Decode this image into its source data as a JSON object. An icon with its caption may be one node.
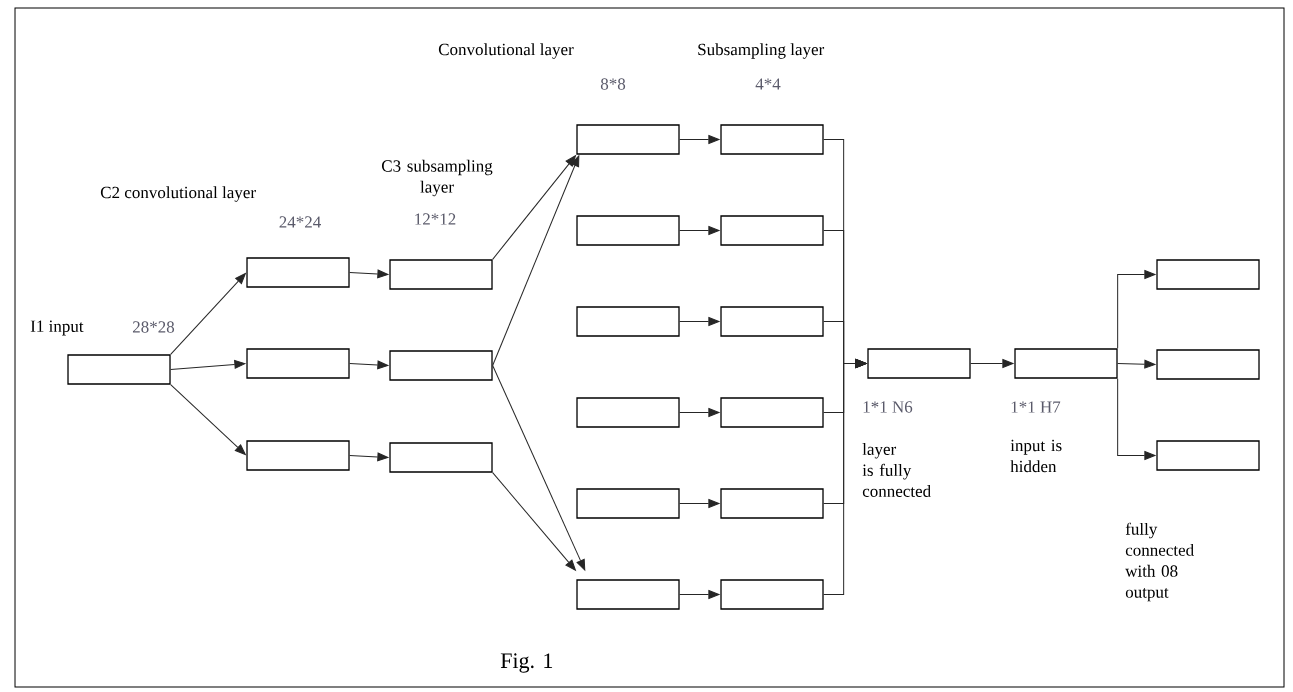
{
  "diagram": {
    "caption": "Fig. 1",
    "nodes": [
      {
        "text": [],
        "shape": "box"
      },
      {
        "text": [],
        "shape": "box"
      },
      {
        "text": [],
        "shape": "box"
      },
      {
        "text": [],
        "shape": "box"
      },
      {
        "text": [],
        "shape": "box"
      },
      {
        "text": [],
        "shape": "box"
      },
      {
        "text": [],
        "shape": "box"
      },
      {
        "text": [],
        "shape": "box"
      },
      {
        "text": [],
        "shape": "box"
      },
      {
        "text": [],
        "shape": "box"
      },
      {
        "text": [],
        "shape": "box"
      },
      {
        "text": [],
        "shape": "box"
      },
      {
        "text": [],
        "shape": "box"
      },
      {
        "text": [],
        "shape": "box"
      },
      {
        "text": [],
        "shape": "box"
      },
      {
        "text": [],
        "shape": "box"
      },
      {
        "text": [],
        "shape": "box"
      },
      {
        "text": [],
        "shape": "box"
      },
      {
        "text": [],
        "shape": "box"
      },
      {
        "text": [],
        "shape": "box"
      },
      {
        "text": [],
        "shape": "box"
      },
      {
        "text": [],
        "shape": "box"
      },
      {
        "text": [],
        "shape": "box"
      },
      {
        "text": [],
        "shape": "box"
      }
    ],
    "edges": [
      {
        "from": 0,
        "to": 1,
        "arrow": "to"
      },
      {
        "from": 0,
        "to": 2,
        "arrow": "to"
      },
      {
        "from": 0,
        "to": 3,
        "arrow": "to"
      },
      {
        "from": 1,
        "to": 4,
        "arrow": "to"
      },
      {
        "from": 2,
        "to": 5,
        "arrow": "to"
      },
      {
        "from": 3,
        "to": 6,
        "arrow": "to"
      },
      {
        "from": 4,
        "to": 7,
        "arrow": "to"
      },
      {
        "from": 5,
        "to": 7,
        "arrow": "to"
      },
      {
        "from": 5,
        "to": 12,
        "arrow": "to"
      },
      {
        "from": 6,
        "to": 12,
        "arrow": "to"
      },
      {
        "from": 7,
        "to": 13,
        "arrow": "to"
      },
      {
        "from": 8,
        "to": 14,
        "arrow": "to"
      },
      {
        "from": 9,
        "to": 15,
        "arrow": "to"
      },
      {
        "from": 10,
        "to": 16,
        "arrow": "to"
      },
      {
        "from": 11,
        "to": 17,
        "arrow": "to"
      },
      {
        "from": 12,
        "to": 18,
        "arrow": "to"
      },
      {
        "from": 13,
        "to": 19,
        "arrow": "to"
      },
      {
        "from": 14,
        "to": 19,
        "arrow": "to"
      },
      {
        "from": 15,
        "to": 19,
        "arrow": "to"
      },
      {
        "from": 16,
        "to": 19,
        "arrow": "to"
      },
      {
        "from": 17,
        "to": 19,
        "arrow": "to"
      },
      {
        "from": 18,
        "to": 19,
        "arrow": "to"
      },
      {
        "from": 19,
        "to": 20,
        "arrow": "to"
      },
      {
        "from": 20,
        "to": 21,
        "arrow": "to"
      },
      {
        "from": 20,
        "to": 22,
        "arrow": "to"
      },
      {
        "from": 20,
        "to": 23,
        "arrow": "to"
      }
    ],
    "labels": [
      "Convolutional layer",
      "Subsampling layer",
      "8*8",
      "4*4",
      "C3 subsampling layer",
      "C2 convolutional layer",
      "24*24",
      "12*12",
      "I1 input",
      "28*28",
      "1*1 N6",
      "layer is fully connected",
      "1*1 H7",
      "input is hidden",
      "fully connected with 08 output"
    ]
  }
}
